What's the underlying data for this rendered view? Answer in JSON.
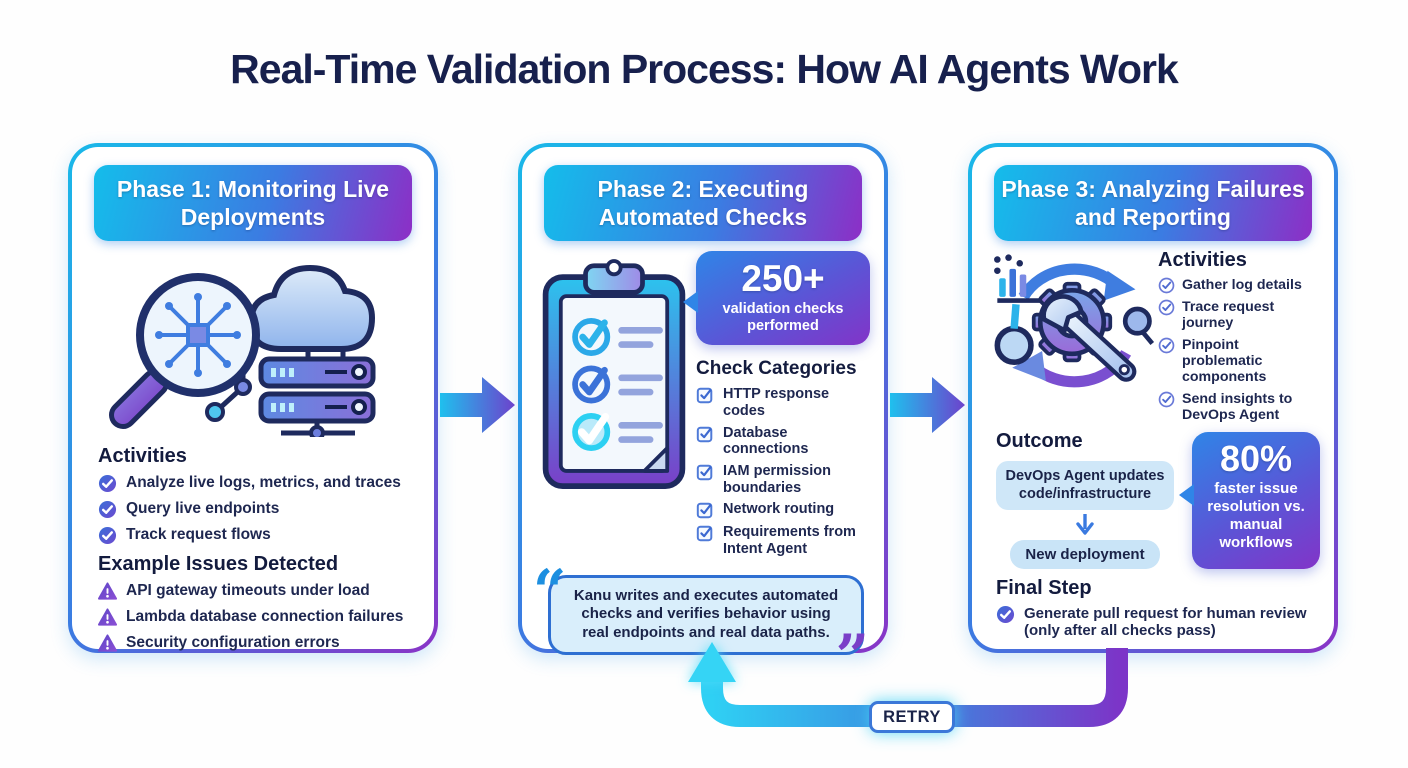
{
  "title": "Real-Time Validation Process: How AI Agents Work",
  "phase1": {
    "header": "Phase 1: Monitoring Live Deployments",
    "activities_title": "Activities",
    "activities": [
      "Analyze live logs, metrics, and traces",
      "Query live endpoints",
      "Track request flows"
    ],
    "issues_title": "Example Issues Detected",
    "issues": [
      "API gateway timeouts under load",
      "Lambda database connection failures",
      "Security configuration errors"
    ]
  },
  "phase2": {
    "header": "Phase 2: Executing Automated Checks",
    "badge_value": "250+",
    "badge_label": "validation checks performed",
    "categories_title": "Check Categories",
    "categories": [
      "HTTP response codes",
      "Database connections",
      "IAM permission boundaries",
      "Network routing",
      "Requirements from Intent Agent"
    ],
    "quote": "Kanu writes and executes automated checks and verifies behavior using real endpoints and real data paths."
  },
  "phase3": {
    "header": "Phase 3: Analyzing Failures and Reporting",
    "activities_title": "Activities",
    "activities": [
      "Gather log details",
      "Trace request journey",
      "Pinpoint problematic components",
      "Send insights to DevOps Agent"
    ],
    "outcome_title": "Outcome",
    "outcome_step1": "DevOps Agent updates code/infrastructure",
    "outcome_step2": "New deployment",
    "badge_value": "80%",
    "badge_label": "faster issue resolution vs. manual workflows",
    "final_title": "Final Step",
    "final_item": "Generate pull request for human review (only after all checks pass)"
  },
  "retry_label": "RETRY",
  "colors": {
    "accent_cyan": "#19b9e9",
    "accent_blue": "#3b7ce2",
    "accent_purple": "#8a33c6",
    "navy_text": "#1a2348",
    "light_blue_box": "#d9eefb"
  }
}
